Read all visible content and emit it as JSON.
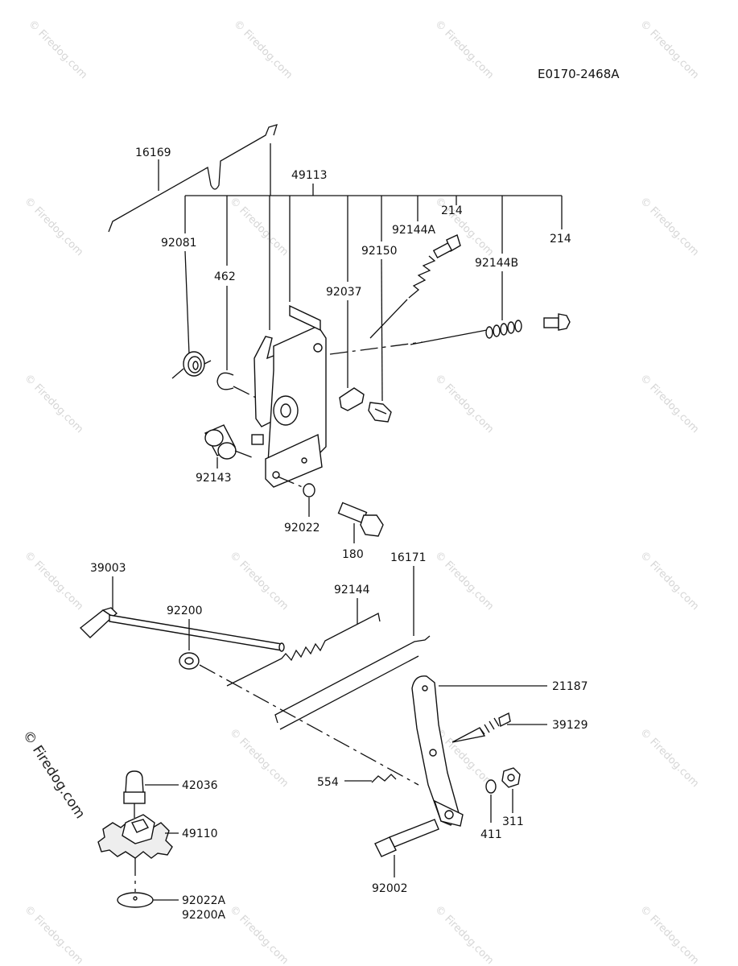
{
  "drawing_code": "E0170-2468A",
  "watermark": "© Firedog.com",
  "parts": {
    "p16169": "16169",
    "p49113": "49113",
    "p92081": "92081",
    "p462": "462",
    "p214a": "214",
    "p92144A": "92144A",
    "p92150": "92150",
    "p92037": "92037",
    "p92144B": "92144B",
    "p214b": "214",
    "p92143": "92143",
    "p92022": "92022",
    "p180": "180",
    "p39003": "39003",
    "p92200": "92200",
    "p92144": "92144",
    "p16171": "16171",
    "p21187": "21187",
    "p39129": "39129",
    "p42036": "42036",
    "p554": "554",
    "p49110": "49110",
    "p411": "411",
    "p311": "311",
    "p92002": "92002",
    "p92022A": "92022A",
    "p92200A": "92200A"
  }
}
